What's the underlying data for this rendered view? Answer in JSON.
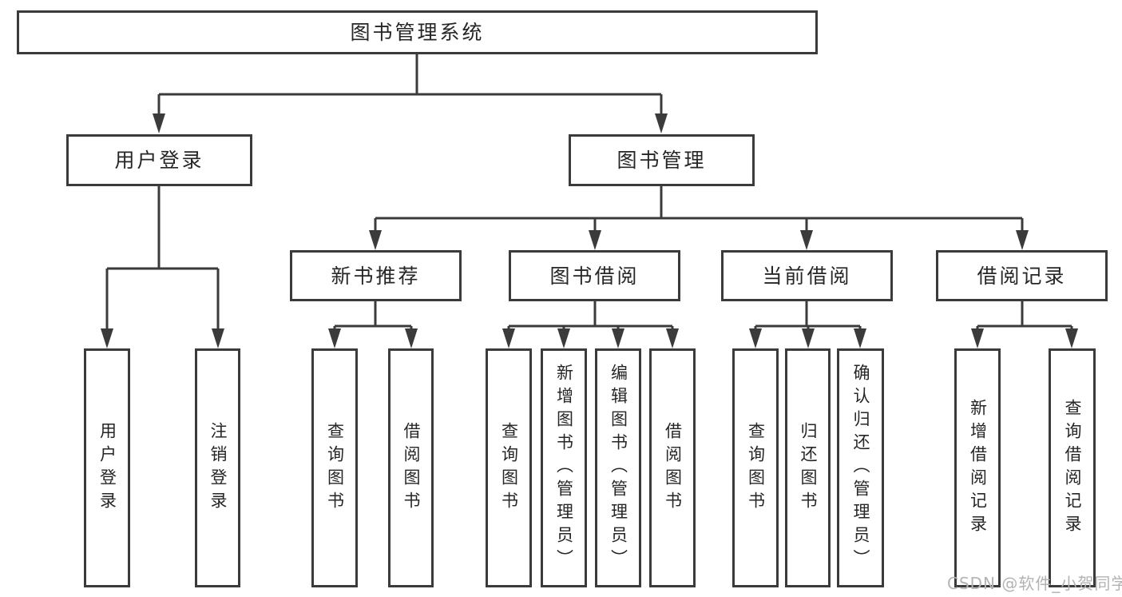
{
  "watermark": "CSDN @软件_小贺同学",
  "colors": {
    "line": "#3b3b3b",
    "text": "#262626",
    "background": "#ffffff",
    "watermark": "#b3b3b3"
  },
  "diagram": {
    "root": {
      "label": "图书管理系统",
      "children": [
        {
          "label": "用户登录",
          "children": [
            {
              "label": "用户登录"
            },
            {
              "label": "注销登录"
            }
          ]
        },
        {
          "label": "图书管理",
          "children": [
            {
              "label": "新书推荐",
              "children": [
                {
                  "label": "查询图书"
                },
                {
                  "label": "借阅图书"
                }
              ]
            },
            {
              "label": "图书借阅",
              "children": [
                {
                  "label": "查询图书"
                },
                {
                  "label": "新增图书（管理员）"
                },
                {
                  "label": "编辑图书（管理员）"
                },
                {
                  "label": "借阅图书"
                }
              ]
            },
            {
              "label": "当前借阅",
              "children": [
                {
                  "label": "查询图书"
                },
                {
                  "label": "归还图书"
                },
                {
                  "label": "确认归还（管理员）"
                }
              ]
            },
            {
              "label": "借阅记录",
              "children": [
                {
                  "label": "新增借阅记录"
                },
                {
                  "label": "查询借阅记录"
                }
              ]
            }
          ]
        }
      ]
    }
  }
}
